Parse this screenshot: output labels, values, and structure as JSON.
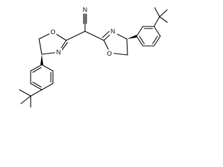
{
  "molecule": {
    "atoms": {
      "nitrile_n": "N",
      "left_ring_o": "O",
      "left_ring_n": "N",
      "right_ring_o": "O",
      "right_ring_n": "N"
    }
  },
  "colors": {
    "bond": "#000000",
    "background": "#ffffff"
  }
}
